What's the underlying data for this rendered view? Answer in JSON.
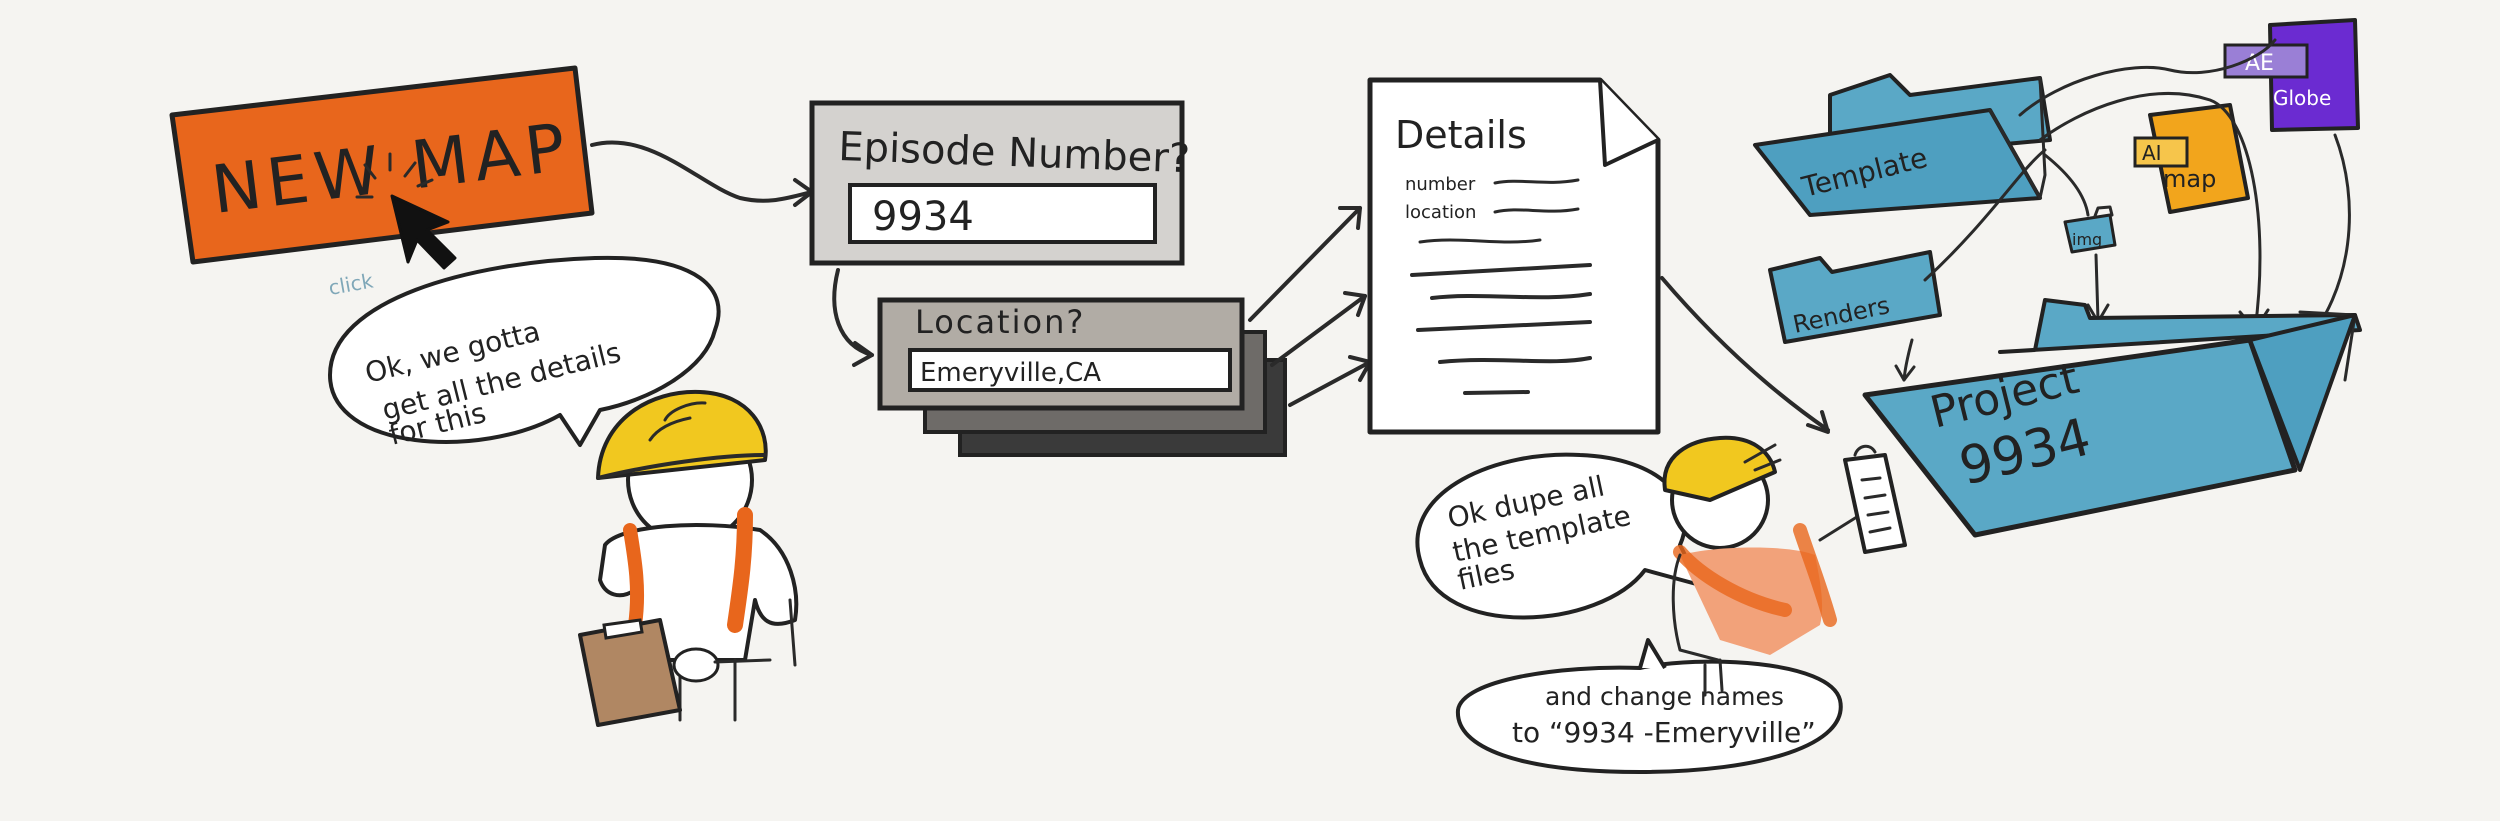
{
  "new_map_button": {
    "label": "NEW MAP",
    "click_label": "click"
  },
  "episode_dialog": {
    "title": "Episode Number?",
    "value": "9934"
  },
  "location_dialog": {
    "title": "Location?",
    "value": "Emeryville,CA"
  },
  "details_doc": {
    "title": "Details",
    "fields": [
      "number",
      "location"
    ]
  },
  "folders": {
    "template": "Template",
    "renders": "Renders",
    "img": "img",
    "project_line1": "Project",
    "project_line2": "9934"
  },
  "files": {
    "ai_badge": "AI",
    "map": "map",
    "ae_badge": "AE",
    "globe": "Globe"
  },
  "bubbles": {
    "worker1_line1": "Ok, we gotta",
    "worker1_line2": "get all the details",
    "worker1_line3": "for this",
    "worker2_line1": "Ok dupe all",
    "worker2_line2": "the template",
    "worker2_line3": "files",
    "worker2_sub1": "and change names",
    "worker2_sub2": "to “9934 -Emeryville”"
  },
  "colors": {
    "orange": "#e8661c",
    "hardhat": "#f1c81f",
    "folder_blue": "#5aa8c6",
    "purple": "#6b2bd1",
    "file_yellow": "#f2a51c",
    "clipboard": "#b08763",
    "dialog_gray": "#d4d2cf",
    "dialog_dark": "#b1aca5"
  }
}
